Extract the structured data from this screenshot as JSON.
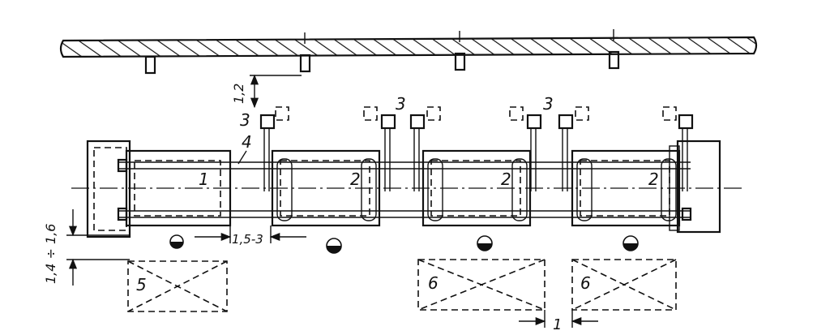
{
  "labels": {
    "motor": "1",
    "stand": "2",
    "spindle_support": "3",
    "spindle": "4",
    "motor_pit": "5",
    "aux_pit": "6"
  },
  "dimensions": {
    "ceiling_gap": "1,2",
    "bottom_gap": "1,4 ÷ 1,6",
    "motor_gap": "1,5-3",
    "pit_gap": "1"
  }
}
